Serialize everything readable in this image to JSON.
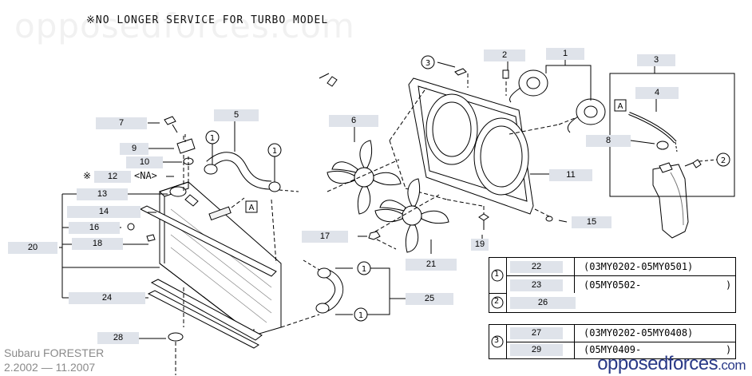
{
  "header": {
    "watermark": "opposedforces.com",
    "notice": "※NO LONGER SERVICE FOR TURBO MODEL"
  },
  "callouts": {
    "c1": "1",
    "c2": "2",
    "c3": "3",
    "c4": "4",
    "c5": "5",
    "c6": "6",
    "c7": "7",
    "c8": "8",
    "c9": "9",
    "c10": "10",
    "c11": "11",
    "c12": "12",
    "c13": "13",
    "c14": "14",
    "c15": "15",
    "c16": "16",
    "c17": "17",
    "c18": "18",
    "c19": "19",
    "c20": "20",
    "c21": "21",
    "c22": "22",
    "c23": "23",
    "c24": "24",
    "c25": "25",
    "c26": "26",
    "c27": "27",
    "c28": "28",
    "c29": "29"
  },
  "notes": {
    "mark_12": "※",
    "na_12": "<NA>",
    "ref_a": "A"
  },
  "circled": {
    "one": "1",
    "two": "2",
    "three": "3"
  },
  "table_a": {
    "group": "1",
    "row1_part": "22",
    "row1_range": "(03MY0202-05MY0501)",
    "row2_part": "23",
    "row2_range": "(05MY0502-",
    "row2_close": ")",
    "group2": "2",
    "row3_part": "26"
  },
  "table_b": {
    "group": "3",
    "row1_part": "27",
    "row1_range": "(03MY0202-05MY0408)",
    "row2_part": "29",
    "row2_range": "(05MY0409-",
    "row2_close": ")"
  },
  "footer": {
    "vehicle": "Subaru FORESTER",
    "years": "2.2002 — 11.2007",
    "brand": "opposedforces",
    "brand_tld": ".com"
  },
  "colors": {
    "label_bg": "#dfe3ea",
    "brand": "#2a3a88",
    "footer_text": "#8a8a8a"
  }
}
